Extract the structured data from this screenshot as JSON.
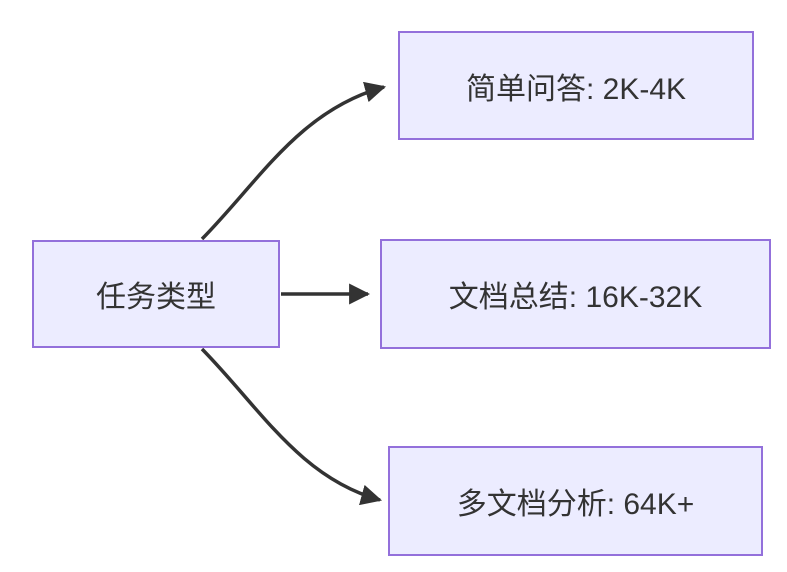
{
  "diagram": {
    "type": "flowchart-LR",
    "root": {
      "id": "root",
      "label": "任务类型"
    },
    "branches": [
      {
        "id": "qa",
        "label": "简单问答: 2K-4K"
      },
      {
        "id": "doc",
        "label": "文档总结: 16K-32K"
      },
      {
        "id": "multi",
        "label": "多文档分析: 64K+"
      }
    ],
    "edges": [
      {
        "from": "任务类型",
        "to": "简单问答: 2K-4K"
      },
      {
        "from": "任务类型",
        "to": "文档总结: 16K-32K"
      },
      {
        "from": "任务类型",
        "to": "多文档分析: 64K+"
      }
    ]
  },
  "colors": {
    "node_fill": "#ECECFF",
    "node_stroke": "#9370DB",
    "edge": "#333333",
    "text": "#333333",
    "background": "#FFFFFF"
  }
}
